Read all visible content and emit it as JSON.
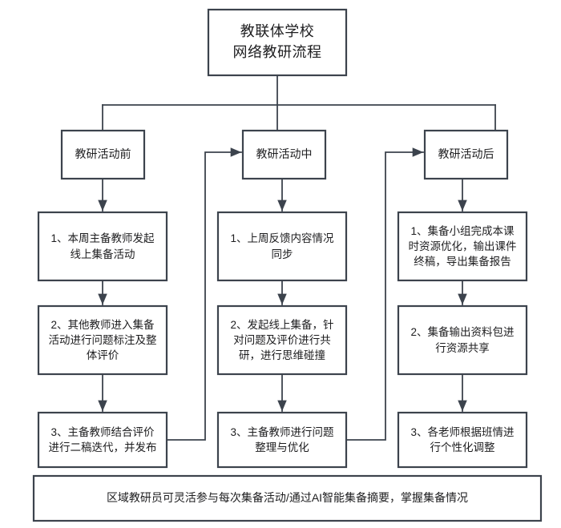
{
  "title": {
    "label": "教联体学校\n网络教研流程"
  },
  "categories": [
    {
      "label": "教研活动前"
    },
    {
      "label": "教研活动中"
    },
    {
      "label": "教研活动后"
    }
  ],
  "columns": [
    {
      "name": "教研活动前",
      "steps": [
        {
          "label": "1、本周主备教师发起\n线上集备活动"
        },
        {
          "label": "2、其他教师进入集备\n活动进行问题标注及整\n体评价"
        },
        {
          "label": "3、主备教师结合评价\n进行二稿迭代，并发布"
        }
      ]
    },
    {
      "name": "教研活动中",
      "steps": [
        {
          "label": "1、上周反馈内容情况\n同步"
        },
        {
          "label": "2、发起线上集备，针\n对问题及评价进行共\n研，进行思维碰撞"
        },
        {
          "label": "3、主备教师进行问题\n整理与优化"
        }
      ]
    },
    {
      "name": "教研活动后",
      "steps": [
        {
          "label": "1、集备小组完成本课\n时资源优化，输出课件\n终稿，导出集备报告"
        },
        {
          "label": "2、集备输出资料包进\n行资源共享"
        },
        {
          "label": "3、各老师根据班情进\n行个性化调整"
        }
      ]
    }
  ],
  "footer": {
    "label": "区域教研员可灵活参与每次集备活动/通过AI智能集备摘要，掌握集备情况"
  },
  "colors": {
    "stroke": "#3c434d",
    "text": "#1d1d1f",
    "background": "#ffffff"
  }
}
